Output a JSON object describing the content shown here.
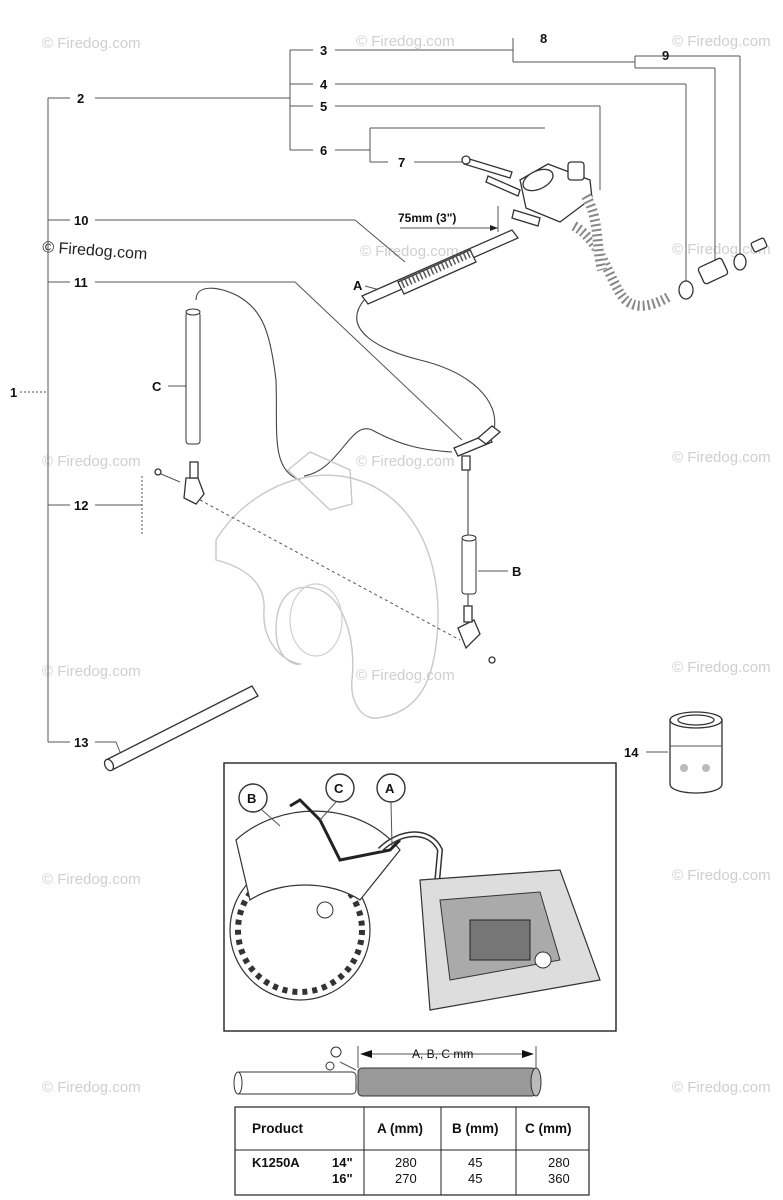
{
  "watermark": "© Firedog.com",
  "callouts": {
    "c1": "1",
    "c2": "2",
    "c3": "3",
    "c4": "4",
    "c5": "5",
    "c6": "6",
    "c7": "7",
    "c8": "8",
    "c9": "9",
    "c10": "10",
    "c11": "11",
    "c12": "12",
    "c13": "13",
    "c14": "14"
  },
  "letters": {
    "a": "A",
    "b": "B",
    "c": "C"
  },
  "dimension_label": "75mm (3\")",
  "inset_letters": {
    "b": "B",
    "c": "C",
    "a": "A"
  },
  "hose_dimension_label": "A, B, C mm",
  "table": {
    "headers": [
      "Product",
      "A (mm)",
      "B (mm)",
      "C (mm)"
    ],
    "rows": [
      {
        "product": "K1250A",
        "size": "14\"",
        "a": "280",
        "b": "45",
        "c": "280"
      },
      {
        "product": "",
        "size": "16\"",
        "a": "270",
        "b": "45",
        "c": "360"
      }
    ]
  }
}
